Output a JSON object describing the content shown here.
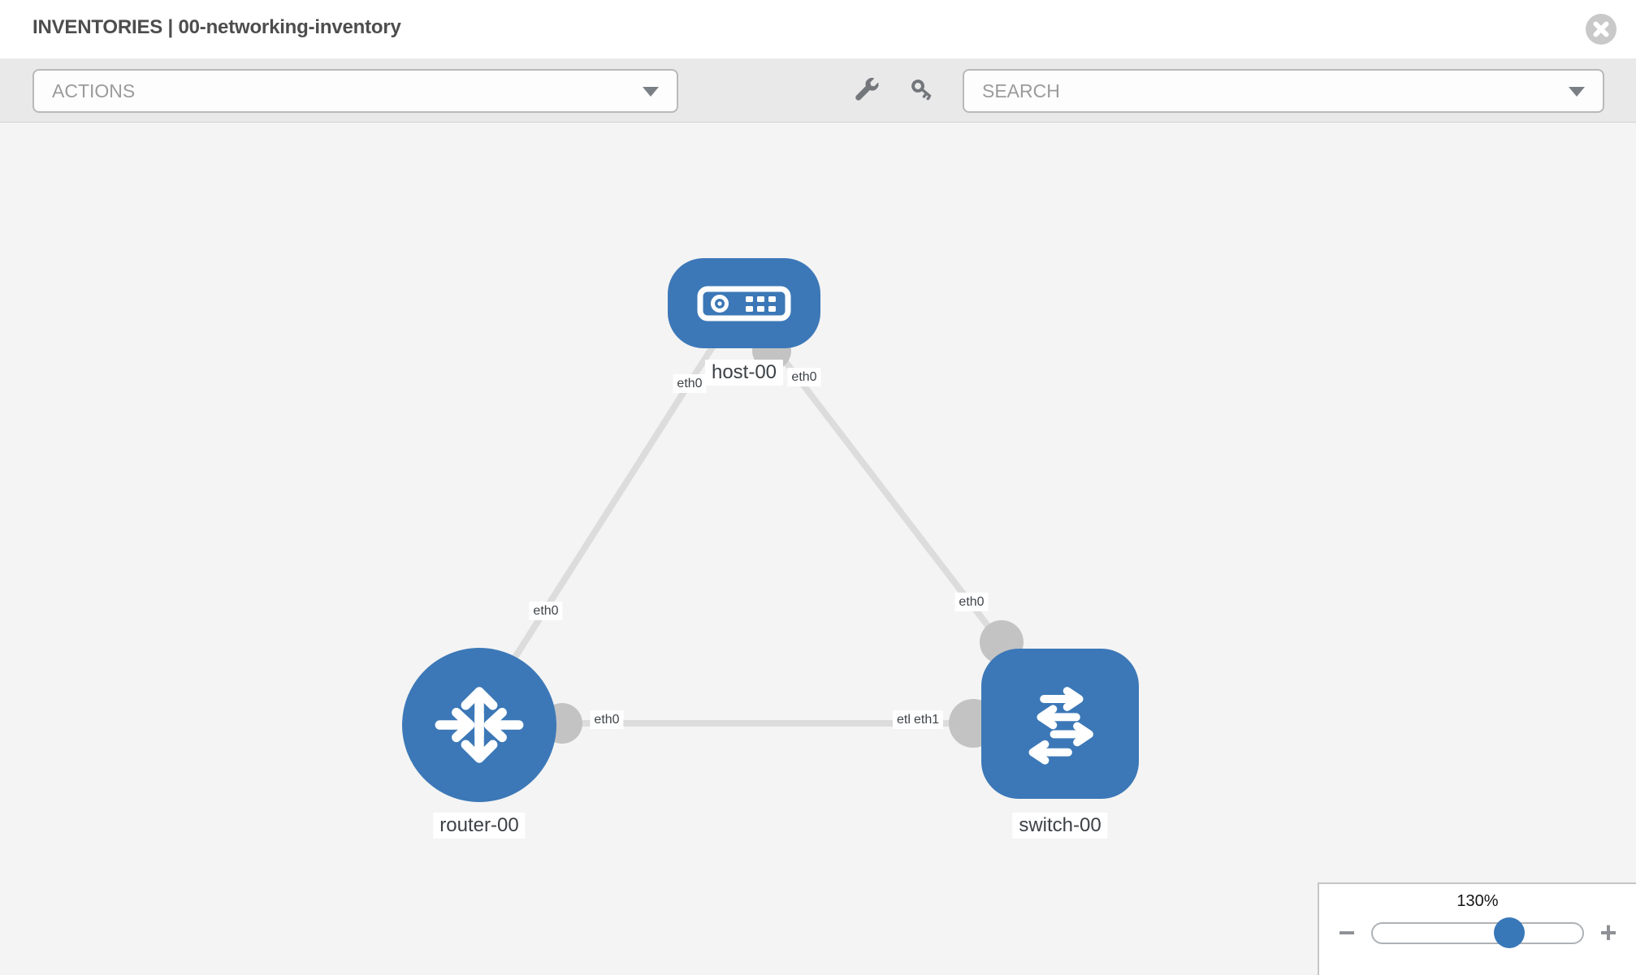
{
  "header": {
    "title": "INVENTORIES | 00-networking-inventory"
  },
  "toolbar": {
    "actions_label": "ACTIONS",
    "search_label": "SEARCH",
    "icons": [
      "wrench-icon",
      "key-icon",
      "chevron-down-icon"
    ]
  },
  "topology": {
    "nodes": [
      {
        "label": "host-00",
        "type": "host",
        "icon": "host-device-icon"
      },
      {
        "label": "router-00",
        "type": "router",
        "icon": "router-arrows-icon"
      },
      {
        "label": "switch-00",
        "type": "switch",
        "icon": "switch-arrows-icon"
      }
    ],
    "links": [
      {
        "from": "host-00",
        "from_iface": "eth0",
        "to": "router-00",
        "to_iface": "eth0"
      },
      {
        "from": "host-00",
        "from_iface": "eth0",
        "to": "switch-00",
        "to_iface": "eth0"
      },
      {
        "from": "router-00",
        "from_iface": "eth0",
        "to": "switch-00",
        "to_iface": "eth1"
      }
    ],
    "overlapped_iface_label": "eth0"
  },
  "zoom_control": {
    "level": "130%",
    "minus_label": "−",
    "plus_label": "+"
  },
  "colors": {
    "node_blue": "#3c78b7",
    "handle_blue": "#3878b8",
    "link_gray": "#dcdcdc",
    "port_gray": "#c3c3c3",
    "toolbar_gray": "#e9e9e9",
    "canvas_gray": "#f4f4f4",
    "icon_gray": "#73777c"
  }
}
